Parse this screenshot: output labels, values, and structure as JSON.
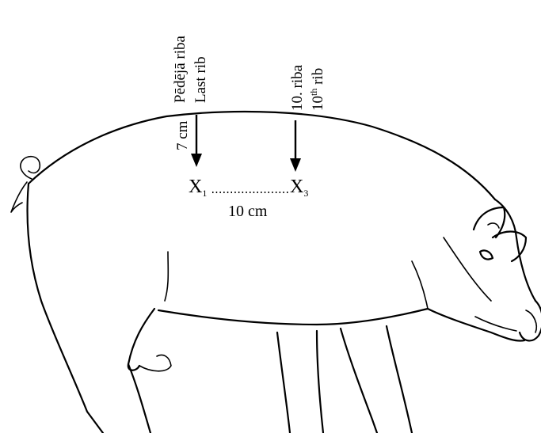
{
  "labels": {
    "last_rib_lv": "Pēdējā riba",
    "last_rib_en": "Last rib",
    "tenth_rib_lv": "10. riba",
    "tenth_rib_en_base": "10",
    "tenth_rib_en_sup": "th",
    "tenth_rib_en_word": " rib",
    "depth": "7 cm",
    "point_1_letter": "X",
    "point_1_sub": "1",
    "point_3_letter": "X",
    "point_3_sub": "3",
    "distance": "10 cm"
  },
  "icons": {
    "animal": "pig-outline-icon",
    "arrow": "down-arrow-icon"
  }
}
